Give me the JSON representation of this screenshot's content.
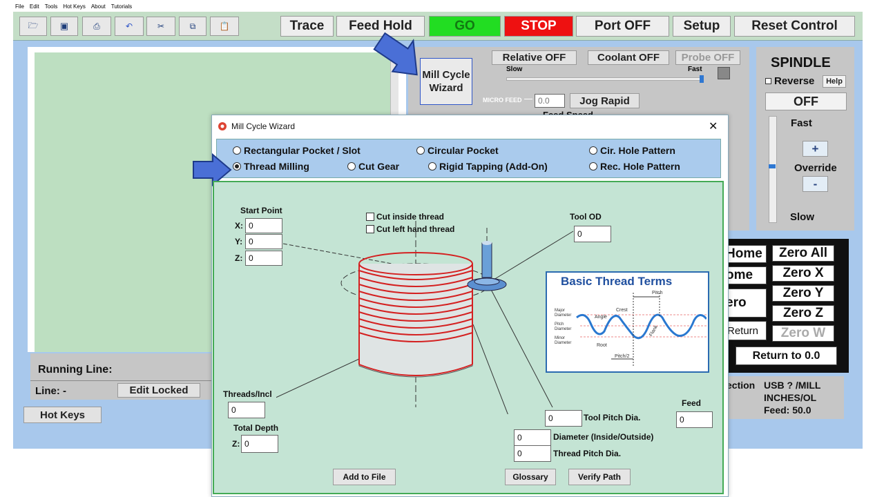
{
  "menu": [
    "File",
    "Edit",
    "Tools",
    "Hot Keys",
    "About",
    "Tutorials"
  ],
  "toolbar": {
    "icons": [
      "folder-icon",
      "save-icon",
      "print-icon",
      "undo-icon",
      "cut-icon",
      "copy-icon",
      "paste-icon"
    ],
    "trace": "Trace",
    "feed_hold": "Feed Hold",
    "go": "GO",
    "stop": "STOP",
    "port": "Port OFF",
    "setup": "Setup",
    "reset": "Reset Control"
  },
  "controls": {
    "mill_cycle_wizard": "Mill Cycle Wizard",
    "relative": "Relative OFF",
    "coolant": "Coolant OFF",
    "probe": "Probe OFF",
    "slow": "Slow",
    "fast": "Fast",
    "micro_feed_label": "MICRO FEED",
    "micro_feed_value": "0.0",
    "jog_rapid": "Jog Rapid",
    "feed_speed_partial": "Feed Speed"
  },
  "spindle": {
    "title": "SPINDLE",
    "reverse": "Reverse",
    "help": "Help",
    "state": "OFF",
    "fast": "Fast",
    "override": "Override",
    "plus": "+",
    "minus": "-",
    "slow": "Slow"
  },
  "zero": {
    "home": "Home",
    "home2": "ome",
    "zero_partial": "ero",
    "return": "Return",
    "zero_all": "Zero All",
    "zero_x": "Zero X",
    "zero_y": "Zero Y",
    "zero_z": "Zero Z",
    "zero_w": "Zero W",
    "return_to_zero": "Return to 0.0"
  },
  "status": {
    "connection": "ection",
    "usb": "USB ? /MILL",
    "units": "INCHES/OL",
    "feed": "Feed: 50.0"
  },
  "left": {
    "running_line": "Running Line:",
    "line": "Line: -",
    "edit_locked": "Edit Locked",
    "hot_keys": "Hot Keys"
  },
  "dialog": {
    "title": "Mill Cycle Wizard",
    "close": "✕",
    "options": [
      {
        "label": "Rectangular Pocket / Slot",
        "selected": false
      },
      {
        "label": "Circular Pocket",
        "selected": false
      },
      {
        "label": "Cir. Hole Pattern",
        "selected": false
      },
      {
        "label": "Thread Milling",
        "selected": true
      },
      {
        "label": "Cut Gear",
        "selected": false
      },
      {
        "label": "Rigid Tapping (Add-On)",
        "selected": false
      },
      {
        "label": "Rec. Hole Pattern",
        "selected": false
      }
    ],
    "start_point": "Start Point",
    "x_label": "X:",
    "y_label": "Y:",
    "z_label": "Z:",
    "x": "0",
    "y": "0",
    "z": "0",
    "cut_inside": "Cut inside thread",
    "cut_left": "Cut left hand thread",
    "tool_od_label": "Tool OD",
    "tool_od": "0",
    "threads_label": "Threads/Incl",
    "threads": "0",
    "total_depth_label": "Total Depth",
    "total_depth_z_label": "Z:",
    "total_depth": "0",
    "tool_pitch_label": "Tool Pitch Dia.",
    "tool_pitch": "0",
    "diameter_label": "Diameter (Inside/Outside)",
    "diameter": "0",
    "thread_pitch_label": "Thread Pitch Dia.",
    "thread_pitch": "0",
    "feed_label": "Feed",
    "feed": "0",
    "add_to_file": "Add to File",
    "glossary": "Glossary",
    "verify_path": "Verify Path",
    "terms_title": "Basic Thread Terms",
    "terms": {
      "major": "Major Diameter",
      "pitch_d": "Pitch Diameter",
      "minor": "Minor Diameter",
      "angle": "Angle",
      "crest": "Crest",
      "pitch": "Pitch",
      "flank": "Flank",
      "root": "Root",
      "pitch_half": "Pitch/2"
    }
  },
  "colors": {
    "go": "#22dd22",
    "stop": "#ee1111",
    "accent": "#2f55c8",
    "thread": "#d42020"
  }
}
